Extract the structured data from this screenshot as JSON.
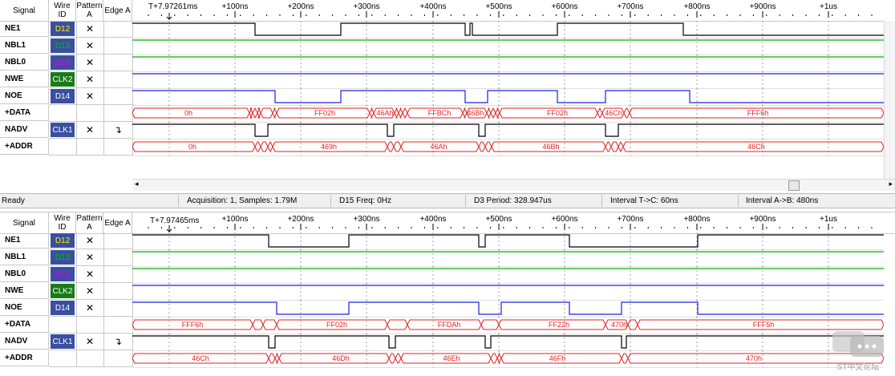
{
  "columns": {
    "signal": "Signal",
    "wire_id": "Wire ID",
    "pattern_a": "Pattern A",
    "edge_a": "Edge A"
  },
  "panels": [
    {
      "ruler": {
        "start": "T+7.97261ms",
        "ticks": [
          "+100ns",
          "+200ns",
          "+300ns",
          "+400ns",
          "+500ns",
          "+600ns",
          "+700ns",
          "+800ns",
          "+900ns",
          "+1us"
        ]
      },
      "rows": [
        {
          "name": "NE1",
          "wire": "D12",
          "wire_color": "#fff200",
          "pattern": "✕",
          "edge": "",
          "wire_bg": "#3a4fa0"
        },
        {
          "name": "NBL1",
          "wire": "D13",
          "wire_color": "#00c000",
          "pattern": "✕",
          "edge": "",
          "wire_bg": "#3a4fa0"
        },
        {
          "name": "NBL0",
          "wire": "D15",
          "wire_color": "#e000e0",
          "pattern": "✕",
          "edge": "",
          "wire_bg": "#3a4fa0"
        },
        {
          "name": "NWE",
          "wire": "CLK2",
          "wire_color": "#ffffff",
          "pattern": "✕",
          "edge": "",
          "wire_bg": "#1a7a1a"
        },
        {
          "name": "NOE",
          "wire": "D14",
          "wire_color": "#ffffff",
          "pattern": "✕",
          "edge": "",
          "wire_bg": "#3a4fa0"
        },
        {
          "name": "+DATA",
          "wire": "",
          "wire_color": "#000",
          "pattern": "",
          "edge": "",
          "wire_bg": ""
        },
        {
          "name": "NADV",
          "wire": "CLK1",
          "wire_color": "#ffffff",
          "pattern": "✕",
          "edge": "↴",
          "wire_bg": "#3a4fa0"
        },
        {
          "name": "+ADDR",
          "wire": "",
          "wire_color": "#000",
          "pattern": "",
          "edge": "",
          "wire_bg": ""
        }
      ],
      "data_labels": [
        "0h",
        "FF02h",
        "46Ah",
        "FFBCh",
        "46Bh",
        "FF02h",
        "46Ch",
        "FFF6h"
      ],
      "addr_labels": [
        "0h",
        "469h",
        "46Ah",
        "46Bh",
        "46Ch"
      ]
    },
    {
      "ruler": {
        "start": "T+7.97465ms",
        "ticks": [
          "+100ns",
          "+200ns",
          "+300ns",
          "+400ns",
          "+500ns",
          "+600ns",
          "+700ns",
          "+800ns",
          "+900ns",
          "+1us"
        ]
      },
      "rows": [
        {
          "name": "NE1",
          "wire": "D12",
          "wire_color": "#fff200",
          "pattern": "✕",
          "edge": "",
          "wire_bg": "#3a4fa0"
        },
        {
          "name": "NBL1",
          "wire": "D13",
          "wire_color": "#00c000",
          "pattern": "✕",
          "edge": "",
          "wire_bg": "#3a4fa0"
        },
        {
          "name": "NBL0",
          "wire": "D15",
          "wire_color": "#e000e0",
          "pattern": "✕",
          "edge": "",
          "wire_bg": "#3a4fa0"
        },
        {
          "name": "NWE",
          "wire": "CLK2",
          "wire_color": "#ffffff",
          "pattern": "✕",
          "edge": "",
          "wire_bg": "#1a7a1a"
        },
        {
          "name": "NOE",
          "wire": "D14",
          "wire_color": "#ffffff",
          "pattern": "✕",
          "edge": "",
          "wire_bg": "#3a4fa0"
        },
        {
          "name": "+DATA",
          "wire": "",
          "wire_color": "#000",
          "pattern": "",
          "edge": "",
          "wire_bg": ""
        },
        {
          "name": "NADV",
          "wire": "CLK1",
          "wire_color": "#ffffff",
          "pattern": "✕",
          "edge": "↴",
          "wire_bg": "#3a4fa0"
        },
        {
          "name": "+ADDR",
          "wire": "",
          "wire_color": "#000",
          "pattern": "",
          "edge": "",
          "wire_bg": ""
        }
      ],
      "data_labels": [
        "FFF6h",
        "FF02h",
        "FFDAh",
        "FF22h",
        "470h",
        "FFF5h"
      ],
      "addr_labels": [
        "46Ch",
        "46Dh",
        "46Eh",
        "46Fh",
        "470h"
      ]
    }
  ],
  "status": {
    "ready": "Ready",
    "acquisition": "Acquisition: 1, Samples: 1.79M",
    "freq": "D15 Freq: 0Hz",
    "period": "D3 Period: 328.947us",
    "interval_tc": "Interval T->C: 60ns",
    "interval_ab": "Interval A->B: 480ns"
  },
  "watermark": "ST中文论坛",
  "colors": {
    "high_signal": "#000000",
    "nbl": "#00b000",
    "nwe": "#2020e0",
    "bus": "#e02020"
  }
}
